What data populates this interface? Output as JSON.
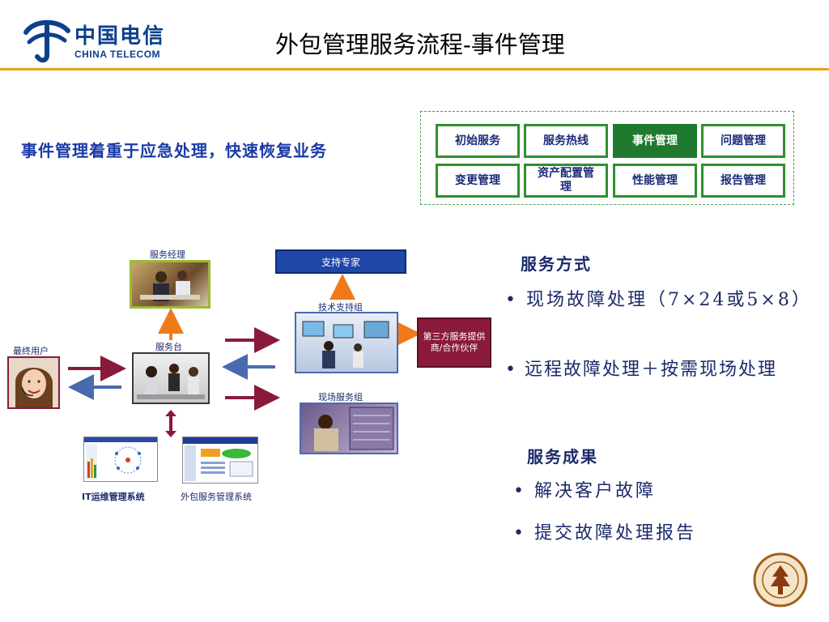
{
  "header": {
    "logo_cn": "中国电信",
    "logo_en": "CHINA TELECOM",
    "title": "外包管理服务流程-事件管理"
  },
  "tagline": "事件管理着重于应急处理，快速恢复业务",
  "process": {
    "row1": [
      "初始服务",
      "服务热线",
      "事件管理",
      "问题管理"
    ],
    "row2": [
      "变更管理",
      "资产配置管理",
      "性能管理",
      "报告管理"
    ],
    "active": "事件管理"
  },
  "diagram": {
    "service_manager": "服务经理",
    "expert": "支持专家",
    "tech_group": "技术支持组",
    "end_user": "最终用户",
    "service_desk": "服务台",
    "third_party": "第三方服务提供商/合作伙伴",
    "field_group": "现场服务组",
    "it_system": "IT运维管理系统",
    "outsourcing_system": "外包服务管理系统"
  },
  "service_mode": {
    "heading": "服务方式",
    "bullets": [
      "• 现场故障处理（7×24或5×8）",
      "• 远程故障处理＋按需现场处理"
    ]
  },
  "service_result": {
    "heading": "服务成果",
    "bullets": [
      "• 解决客户故障",
      "• 提交故障处理报告"
    ]
  },
  "colors": {
    "brand_blue": "#0d3f8c",
    "rule_orange": "#e8a317",
    "process_green": "#2f8f2f",
    "arrow_maroon": "#8a1a3a",
    "arrow_blue": "#4a6ab0",
    "arrow_orange": "#f07a1a"
  }
}
